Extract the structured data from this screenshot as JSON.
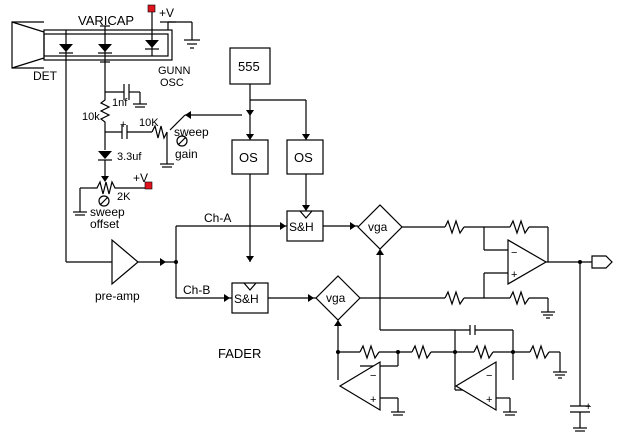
{
  "labels": {
    "varicap": "VARICAP",
    "det": "DET",
    "gunn": "GUNN",
    "osc": "OSC",
    "plus_v": "+V",
    "cap_1nf": "1nf",
    "res_10k_a": "10k",
    "res_10k_b": "10K",
    "sweep_gain_1": "sweep",
    "sweep_gain_2": "gain",
    "cap_3_3uf": "3.3uf",
    "res_2k": "2K",
    "sweep_offset_1": "sweep",
    "sweep_offset_2": "offset",
    "timer": "555",
    "os_1": "OS",
    "os_2": "OS",
    "sh_a": "S&H",
    "sh_b": "S&H",
    "vga_a": "vga",
    "vga_b": "vga",
    "ch_a": "Ch-A",
    "ch_b": "Ch-B",
    "pre_amp": "pre-amp",
    "fader": "FADER",
    "minus": "−",
    "plus": "+"
  },
  "colors": {
    "wire": "#000000",
    "supply_terminal": "#e0141e",
    "background": "#ffffff"
  }
}
